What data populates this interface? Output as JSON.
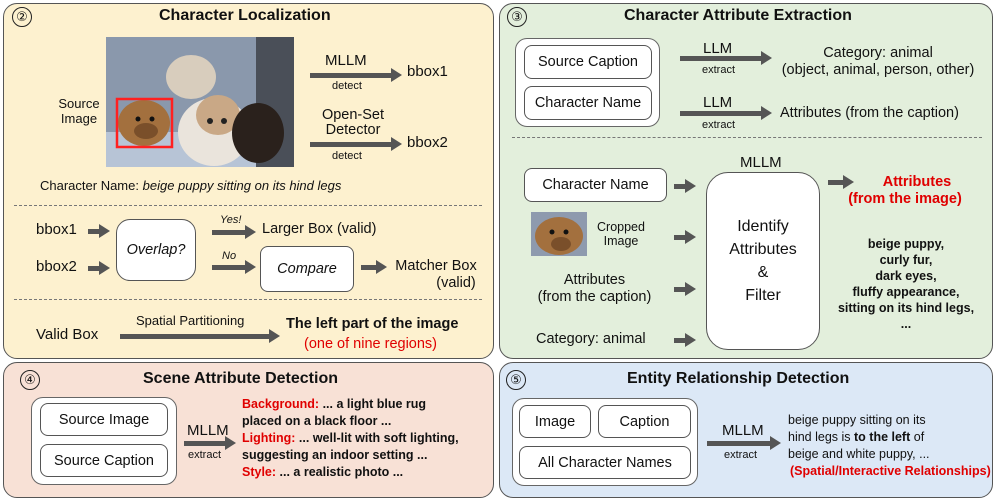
{
  "panel2": {
    "number": "②",
    "title": "Character Localization",
    "source_image_label_1": "Source",
    "source_image_label_2": "Image",
    "mllm": "MLLM",
    "detect_1": "detect",
    "bbox1": "bbox1",
    "detector_1": "Open-Set",
    "detector_2": "Detector",
    "detect_2": "detect",
    "bbox2": "bbox2",
    "char_name_prefix": "Character Name:",
    "char_name_value": "beige puppy sitting on its hind legs",
    "row_bbox1": "bbox1",
    "row_bbox2": "bbox2",
    "overlap": "Overlap?",
    "yes": "Yes!",
    "no": "No",
    "larger_box": "Larger Box (valid)",
    "compare": "Compare",
    "matcher_box_1": "Matcher Box",
    "matcher_box_2": "(valid)",
    "valid_box": "Valid Box",
    "spatial": "Spatial Partitioning",
    "result": "The left part of the image",
    "result_sub": "(one of nine regions)"
  },
  "panel3": {
    "number": "③",
    "title": "Character Attribute Extraction",
    "source_caption": "Source Caption",
    "character_name": "Character Name",
    "llm_1": "LLM",
    "extract_1": "extract",
    "category_1": "Category: animal",
    "category_2": "(object, animal, person, other)",
    "llm_2": "LLM",
    "extract_2": "extract",
    "attrs_caption": "Attributes (from the caption)",
    "mllm": "MLLM",
    "in_character_name": "Character Name",
    "cropped_1": "Cropped",
    "cropped_2": "Image",
    "in_attrs_1": "Attributes",
    "in_attrs_2": "(from the caption)",
    "in_category": "Category: animal",
    "identify_1": "Identify",
    "identify_2": "Attributes",
    "identify_3": "&",
    "identify_4": "Filter",
    "out_1": "Attributes",
    "out_2": "(from the image)",
    "attr_list": [
      "beige puppy,",
      "curly fur,",
      "dark eyes,",
      "fluffy appearance,",
      "sitting on its hind legs,",
      "..."
    ]
  },
  "panel4": {
    "number": "④",
    "title": "Scene Attribute Detection",
    "source_image": "Source Image",
    "source_caption": "Source Caption",
    "mllm": "MLLM",
    "extract": "extract",
    "bg_key": "Background:",
    "bg_val_1": " ... a light blue rug",
    "bg_val_2": "placed on a black floor ...",
    "light_key": "Lighting:",
    "light_val_1": " ... well-lit with soft lighting,",
    "light_val_2": "suggesting an indoor setting ...",
    "style_key": "Style:",
    "style_val": " ... a realistic photo ..."
  },
  "panel5": {
    "number": "⑤",
    "title": "Entity Relationship Detection",
    "image": "Image",
    "caption": "Caption",
    "all_names": "All Character Names",
    "mllm": "MLLM",
    "extract": "extract",
    "rel_1": "beige puppy sitting on its",
    "rel_2a": "hind legs is ",
    "rel_2b": "to the left",
    "rel_2c": " of",
    "rel_3": "beige and white puppy, ...",
    "rel_4": "(Spatial/Interactive Relationships)"
  },
  "colors": {
    "red": "#e00000",
    "panel2": "#fdf1cf",
    "panel3": "#e3efdc",
    "panel4": "#f8e1d6",
    "panel5": "#dce8f6",
    "bbox": "#ff2020"
  },
  "icons": [
    "photo-of-puppies",
    "cropped-puppy-photo",
    "arrow-icon"
  ]
}
